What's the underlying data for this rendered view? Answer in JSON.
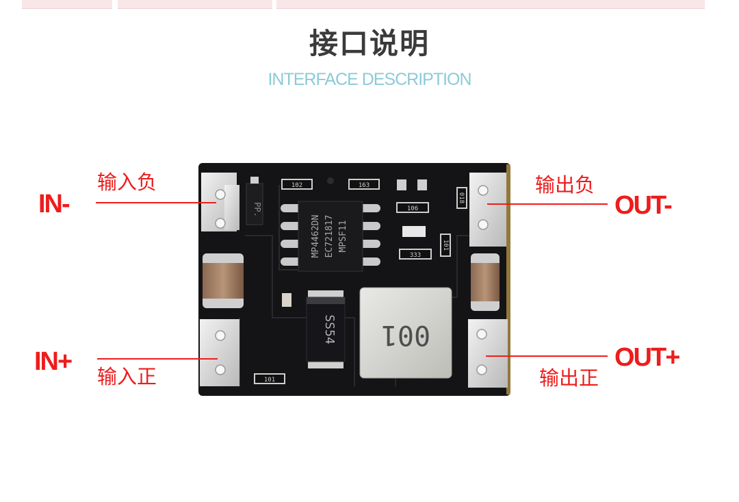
{
  "header": {
    "title": "接口说明",
    "subtitle": "INTERFACE DESCRIPTION"
  },
  "pins": {
    "in_minus": {
      "label": "IN-",
      "cn": "输入负"
    },
    "in_plus": {
      "label": "IN+",
      "cn": "输入正"
    },
    "out_minus": {
      "label": "OUT-",
      "cn": "输出负"
    },
    "out_plus": {
      "label": "OUT+",
      "cn": "输出正"
    }
  },
  "board": {
    "chip_lines": [
      "MP4462DN",
      "EC721817",
      "MPSF11"
    ],
    "diode": "SS54",
    "inductor": "001",
    "sot": "PP.",
    "resistor_codes": [
      "102",
      "163",
      "106",
      "018",
      "101",
      "333",
      "101"
    ]
  },
  "colors": {
    "accent": "#ee1c1c",
    "title": "#3a3a3a",
    "subtitle": "#8ccad8",
    "pcb": "#141416",
    "pad": "#d8d8d8"
  }
}
